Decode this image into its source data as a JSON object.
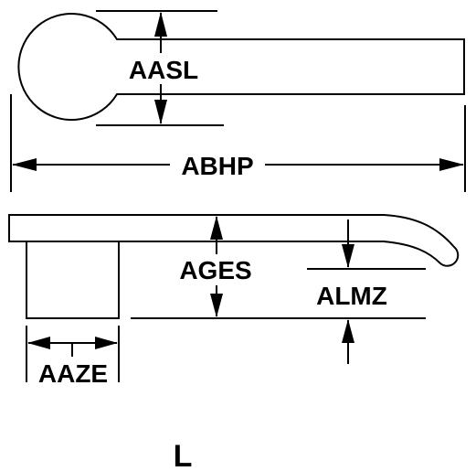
{
  "dimensions": {
    "aasl": "AASL",
    "abhp": "ABHP",
    "ages": "AGES",
    "almz": "ALMZ",
    "aaze": "AAZE"
  },
  "view_label": "L",
  "colors": {
    "line": "#000000",
    "background": "#ffffff"
  }
}
